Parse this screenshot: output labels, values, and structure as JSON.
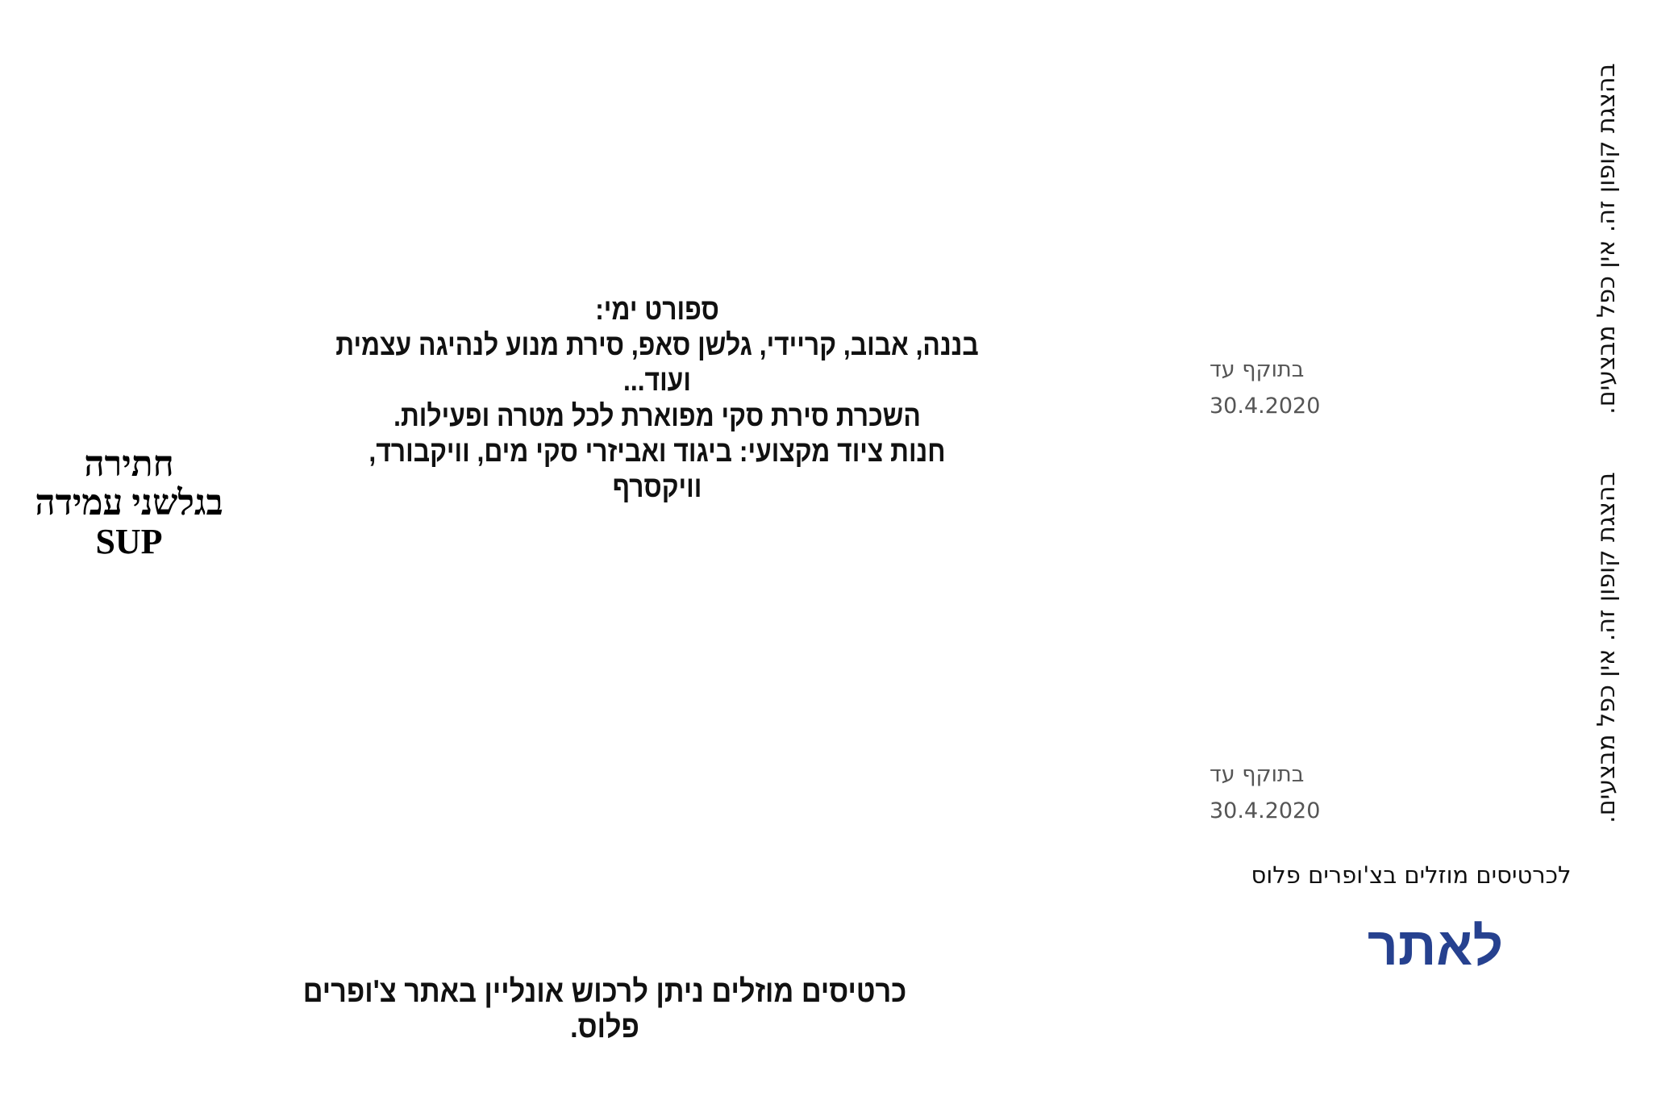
{
  "activity": {
    "lines": [
      "ספורט ימי:",
      "בננה, אבוב, קריידי, גלשן סאפ, סירת מנוע לנהיגה עצמית ועוד...",
      "השכרת סירת סקי מפוארת לכל מטרה ופעילות.",
      "חנות ציוד מקצועי: ביגוד ואביזרי סקי מים, וויקבורד, וויקסרף"
    ]
  },
  "title": {
    "lines": [
      "חתירה",
      "בגלשני עמידה",
      "SUP"
    ]
  },
  "validity": [
    {
      "label": "בתוקף עד",
      "date": "30.4.2020"
    },
    {
      "label": "בתוקף עד",
      "date": "30.4.2020"
    }
  ],
  "terms": [
    "בהצגת קופון זה. אין כפל מבצעים.",
    "בהצגת קופון זה. אין כפל מבצעים."
  ],
  "promo_text": "לכרטיסים מוזלים בצ'ופרים פלוס",
  "site_link": "לאתר",
  "bottom_text": "כרטיסים מוזלים ניתן לרכוש אונליין באתר צ'ופרים פלוס.",
  "colors": {
    "link": "#26418f"
  }
}
